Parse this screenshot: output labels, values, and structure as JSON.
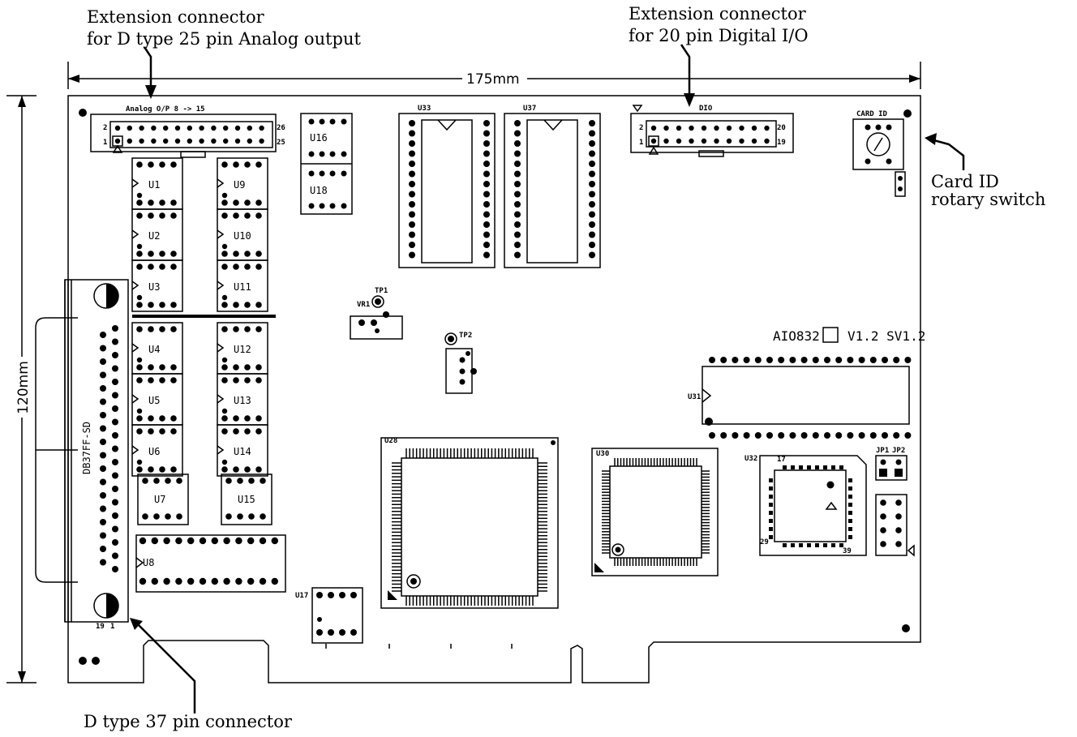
{
  "callouts": {
    "analog_connector": [
      "Extension connector",
      "for D type 25 pin Analog output"
    ],
    "digital_connector": [
      "Extension connector",
      "for 20 pin Digital I/O"
    ],
    "card_id": [
      "Card ID",
      "rotary switch"
    ],
    "d37": "D type 37 pin connector"
  },
  "dimensions": {
    "width": "175mm",
    "height": "120mm"
  },
  "board": {
    "header_analog": "Analog O/P 8 -> 15",
    "header_digital": "DIO",
    "card_id_label": "CARD ID",
    "model": "AIO832",
    "version": "V1.2  SV1.2",
    "d37_label": "DB37FF-SD",
    "vr_label": "VR1",
    "tp1": "TP1",
    "tp2": "TP2",
    "u33": "U33",
    "u37": "U37",
    "u31": "U31",
    "u32": "U32",
    "u28": "U28",
    "u30": "U30",
    "u8": "U8",
    "u17": "U17",
    "u16": "U16",
    "u18": "U18",
    "dac_left": [
      "U1",
      "U2",
      "U3",
      "U4",
      "U5",
      "U6",
      "U7"
    ],
    "dac_right": [
      "U9",
      "U10",
      "U11",
      "U12",
      "U13",
      "U14",
      "U15"
    ],
    "jp1": "JP1",
    "jp2": "JP2",
    "j1_pin1": "1",
    "j1_pin2": "2",
    "j1_pin25": "25",
    "j1_pin26": "26",
    "j2_pin1": "1",
    "j2_pin2": "2",
    "j2_pin19": "19",
    "j2_pin20": "20",
    "d37_pin19": "19",
    "d37_pin1": "1",
    "plcc_17": "17",
    "plcc_39": "39",
    "plcc_29": "29"
  }
}
